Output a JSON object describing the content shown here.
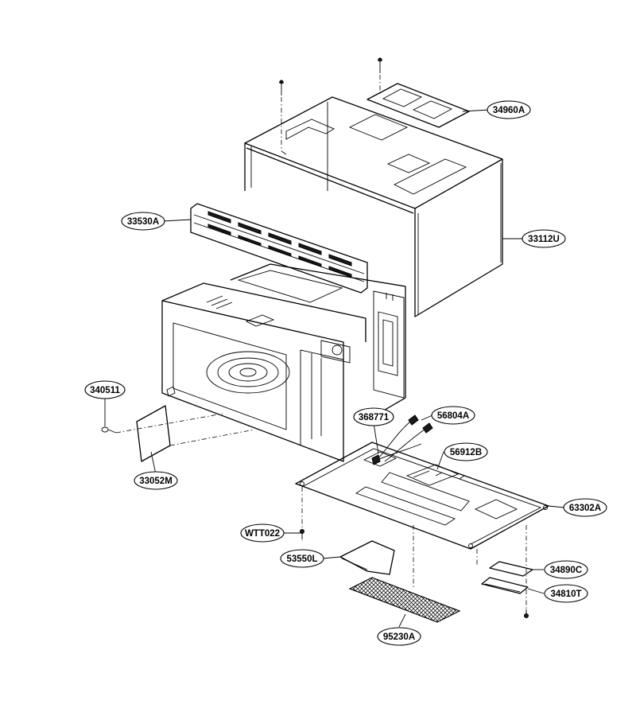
{
  "callouts": [
    {
      "id": "34960A"
    },
    {
      "id": "33112U"
    },
    {
      "id": "33530A"
    },
    {
      "id": "340511"
    },
    {
      "id": "33052M"
    },
    {
      "id": "368771"
    },
    {
      "id": "56804A"
    },
    {
      "id": "56912B"
    },
    {
      "id": "63302A"
    },
    {
      "id": "WTT022"
    },
    {
      "id": "53550L"
    },
    {
      "id": "34890C"
    },
    {
      "id": "34810T"
    },
    {
      "id": "95230A"
    }
  ]
}
